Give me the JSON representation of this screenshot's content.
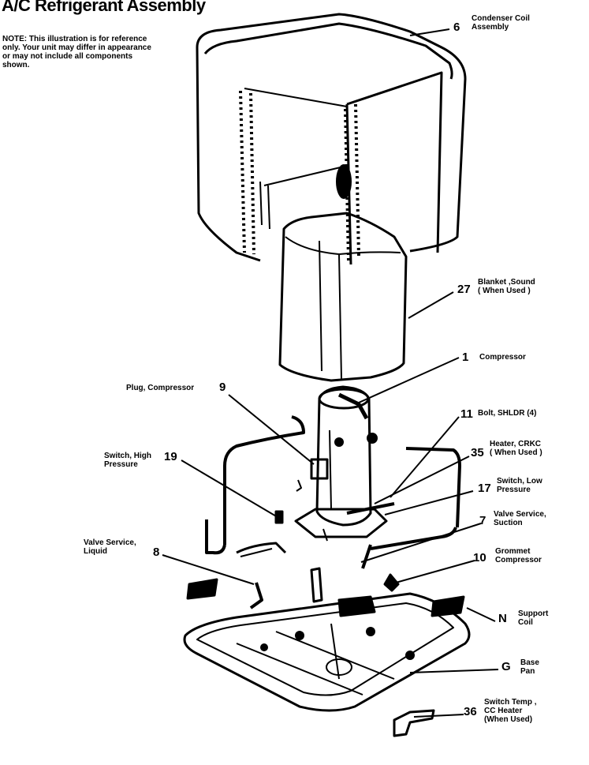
{
  "title": "A/C Refrigerant Assembly",
  "note": "NOTE: This illustration is for reference only. Your unit may differ in appearance or may not include all components shown.",
  "callouts": [
    {
      "num": "6",
      "label": "Condenser Coil\nAssembly"
    },
    {
      "num": "27",
      "label": "Blanket ,Sound\n( When Used )"
    },
    {
      "num": "1",
      "label": "Compressor"
    },
    {
      "num": "9",
      "label": "Plug, Compressor"
    },
    {
      "num": "11",
      "label": "Bolt, SHLDR (4)"
    },
    {
      "num": "35",
      "label": "Heater, CRKC\n( When Used )"
    },
    {
      "num": "19",
      "label": "Switch, High\nPressure"
    },
    {
      "num": "17",
      "label": "Switch, Low\nPressure"
    },
    {
      "num": "7",
      "label": "Valve Service,\nSuction"
    },
    {
      "num": "8",
      "label": "Valve Service,\nLiquid"
    },
    {
      "num": "10",
      "label": "Grommet\nCompressor"
    },
    {
      "num": "N",
      "label": "Support\nCoil"
    },
    {
      "num": "G",
      "label": "Base\nPan"
    },
    {
      "num": "36",
      "label": "Switch Temp ,\nCC Heater\n(When Used)"
    }
  ]
}
